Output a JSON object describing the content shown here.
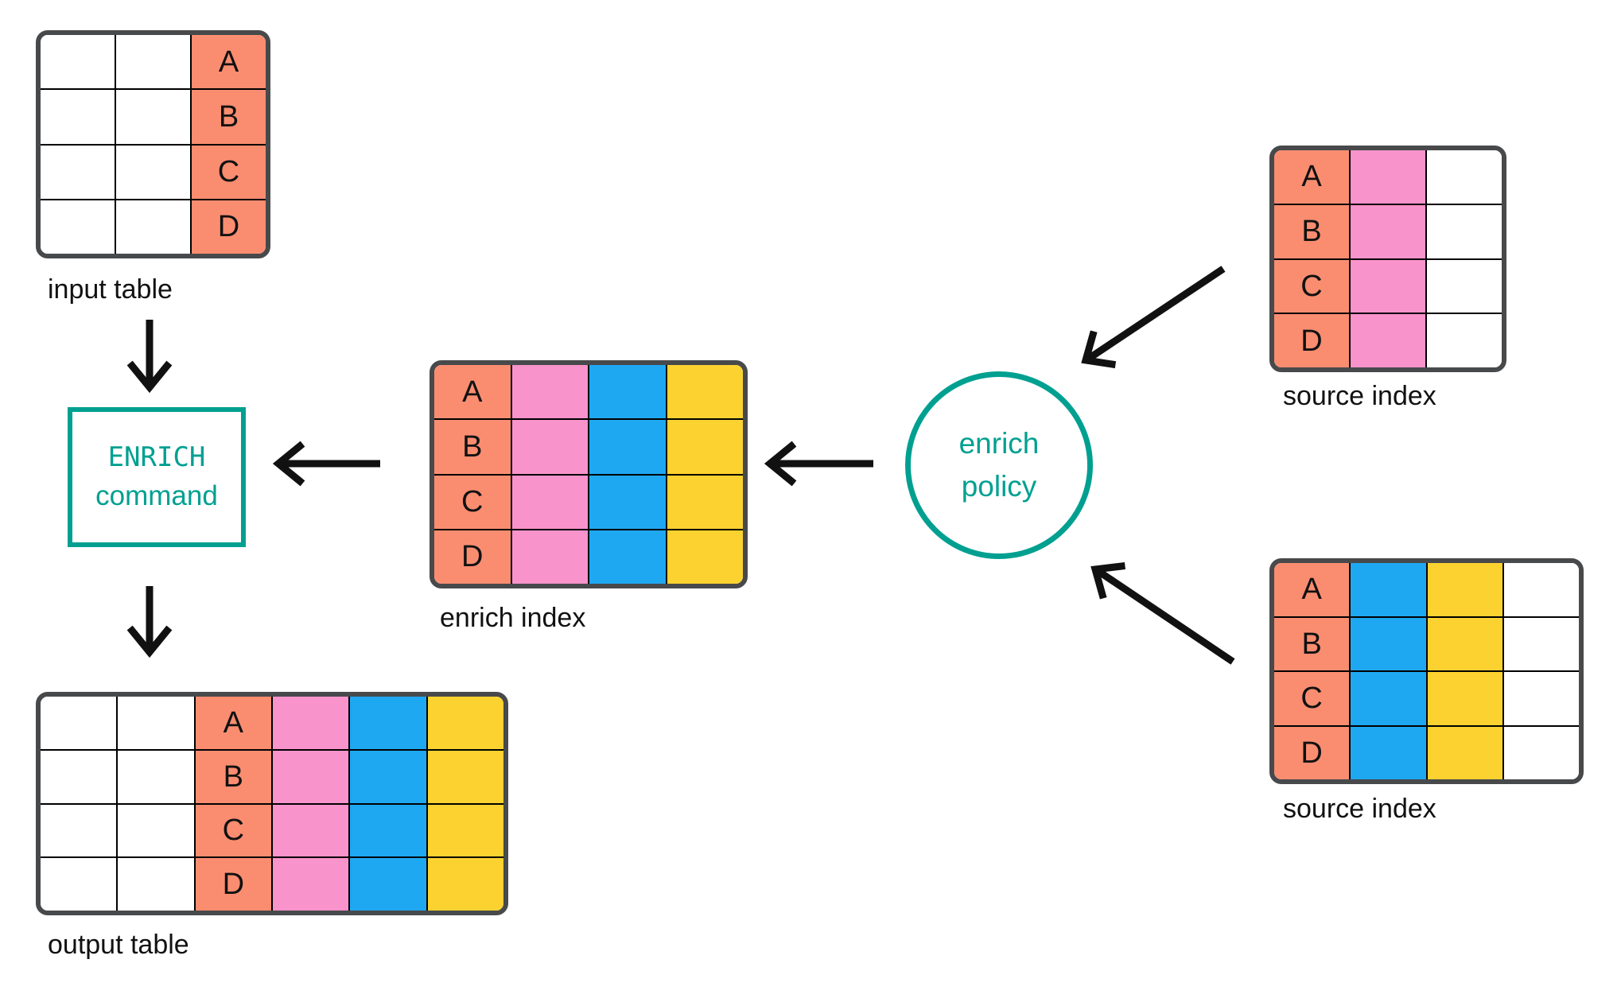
{
  "palette": {
    "salmon": "#FA8D70",
    "pink": "#F893CB",
    "blue": "#1FA8F2",
    "yellow": "#FCD230",
    "teal": "#00A091",
    "table_border": "#47494B",
    "arrow": "#111111"
  },
  "nodes": {
    "input_table": {
      "label": "input table",
      "key_values": [
        "A",
        "B",
        "C",
        "D"
      ],
      "columns": [
        "white",
        "white",
        "salmon-key"
      ]
    },
    "enrich_command": {
      "line1": "ENRICH",
      "line2": "command"
    },
    "output_table": {
      "label": "output table",
      "key_values": [
        "A",
        "B",
        "C",
        "D"
      ],
      "columns": [
        "white",
        "white",
        "salmon-key",
        "pink",
        "blue",
        "yellow"
      ]
    },
    "enrich_index": {
      "label": "enrich index",
      "key_values": [
        "A",
        "B",
        "C",
        "D"
      ],
      "columns": [
        "salmon-key",
        "pink",
        "blue",
        "yellow"
      ]
    },
    "enrich_policy": {
      "line1": "enrich",
      "line2": "policy"
    },
    "source_index_top": {
      "label": "source index",
      "key_values": [
        "A",
        "B",
        "C",
        "D"
      ],
      "columns": [
        "salmon-key",
        "pink",
        "white"
      ]
    },
    "source_index_bottom": {
      "label": "source index",
      "key_values": [
        "A",
        "B",
        "C",
        "D"
      ],
      "columns": [
        "salmon-key",
        "blue",
        "yellow",
        "white"
      ]
    }
  }
}
